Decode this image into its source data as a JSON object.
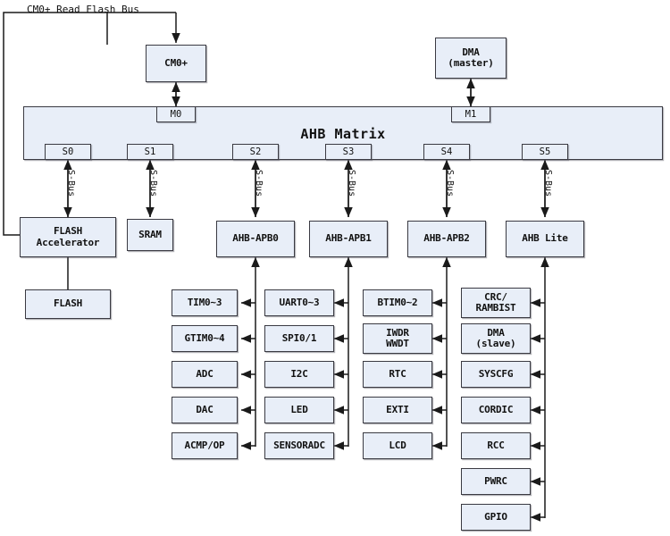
{
  "diagram": {
    "title_note": "CM0+ Read Flash Bus",
    "matrix": {
      "label": "AHB Matrix"
    },
    "masters": [
      {
        "name": "cm0plus",
        "label": "CM0+",
        "port": "M0"
      },
      {
        "name": "dma-master",
        "label": "DMA",
        "label2": "(master)",
        "port": "M1"
      }
    ],
    "slave_ports": [
      "S0",
      "S1",
      "S2",
      "S3",
      "S4",
      "S5"
    ],
    "bus_label": "S-Bus",
    "slaves": [
      {
        "name": "flash-accelerator",
        "label": "FLASH",
        "label2": "Accelerator"
      },
      {
        "name": "sram",
        "label": "SRAM"
      },
      {
        "name": "ahb-apb0",
        "label": "AHB-APB0"
      },
      {
        "name": "ahb-apb1",
        "label": "AHB-APB1"
      },
      {
        "name": "ahb-apb2",
        "label": "AHB-APB2"
      },
      {
        "name": "ahb-lite",
        "label": "AHB Lite"
      }
    ],
    "flash": {
      "name": "flash",
      "label": "FLASH"
    },
    "peripheral_columns": [
      {
        "bridge": "ahb-apb0",
        "items": [
          {
            "label": "TIM0~3"
          },
          {
            "label": "GTIM0~4"
          },
          {
            "label": "ADC"
          },
          {
            "label": "DAC"
          },
          {
            "label": "ACMP/OP"
          }
        ]
      },
      {
        "bridge": "ahb-apb1",
        "items": [
          {
            "label": "UART0~3"
          },
          {
            "label": "SPI0/1"
          },
          {
            "label": "I2C"
          },
          {
            "label": "LED"
          },
          {
            "label": "SENSORADC"
          }
        ]
      },
      {
        "bridge": "ahb-apb2",
        "items": [
          {
            "label": "BTIM0~2"
          },
          {
            "label": "IWDR",
            "label2": "WWDT"
          },
          {
            "label": "RTC"
          },
          {
            "label": "EXTI"
          },
          {
            "label": "LCD"
          }
        ]
      },
      {
        "bridge": "ahb-lite",
        "items": [
          {
            "label": "CRC/",
            "label2": "RAMBIST"
          },
          {
            "label": "DMA",
            "label2": "(slave)"
          },
          {
            "label": "SYSCFG"
          },
          {
            "label": "CORDIC"
          },
          {
            "label": "RCC"
          },
          {
            "label": "PWRC"
          },
          {
            "label": "GPIO"
          }
        ]
      }
    ],
    "colors": {
      "box_fill": "#e8eef8",
      "box_stroke": "#3a3a42",
      "background": "#ffffff",
      "wire": "#1a1a1a"
    }
  }
}
